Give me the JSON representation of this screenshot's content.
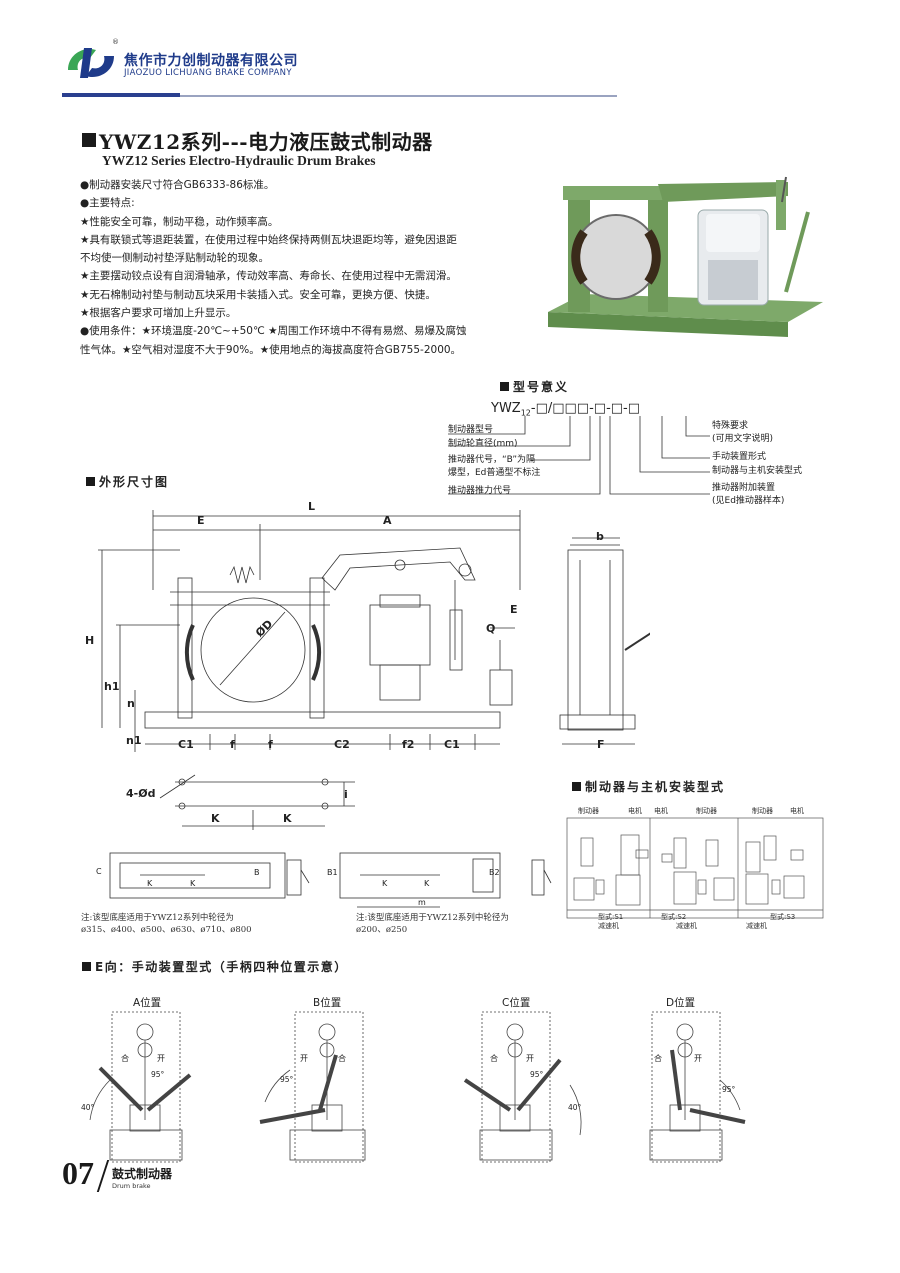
{
  "header": {
    "company_cn": "焦作市力创制动器有限公司",
    "company_en": "JIAOZUO LICHUANG BRAKE COMPANY",
    "registered_mark": "®"
  },
  "title": {
    "cn": "YWZ12系列---电力液压鼓式制动器",
    "en": "YWZ12 Series Electro-Hydraulic Drum Brakes"
  },
  "features": [
    "●制动器安装尺寸符合GB6333-86标准。",
    "●主要特点:",
    "★性能安全可靠，制动平稳，动作频率高。",
    "★具有联锁式等退距装置，在使用过程中始终保持两侧瓦块退距均等，避免因退距",
    "不均使一侧制动衬垫浮贴制动轮的现象。",
    "★主要摆动铰点设有自润滑轴承，传动效率高、寿命长、在使用过程中无需润滑。",
    "★无石棉制动衬垫与制动瓦块采用卡装插入式。安全可靠，更换方便、快捷。",
    "★根据客户要求可增加上升显示。",
    "●使用条件：★环境温度-20℃~+50℃ ★周围工作环境中不得有易燃、易爆及腐蚀",
    "性气体。★空气相对湿度不大于90%。★使用地点的海拔高度符合GB755-2000。"
  ],
  "model": {
    "heading": "型号意义",
    "code_prefix": "YWZ",
    "code_sub": "12",
    "code_suffix": "-□/□□□-□-□-□",
    "labels": {
      "type": "制动器型号",
      "wheel": "制动轮直径(mm)",
      "pusher_code": "推动器代号，“B”为隔",
      "pusher_code2": "爆型，Ed普通型不标注",
      "pusher_force": "推动器推力代号",
      "special": "特殊要求",
      "special2": "(可用文字说明)",
      "manual": "手动装置形式",
      "mount": "制动器与主机安装型式",
      "extra": "推动器附加装置",
      "extra2": "(见Ed推动器样本)"
    }
  },
  "outline": {
    "heading": "外形尺寸图",
    "dims": {
      "L": "L",
      "E": "E",
      "A": "A",
      "H": "H",
      "h1": "h1",
      "n": "n",
      "n1": "n1",
      "C1": "C1",
      "f": "f",
      "C2": "C2",
      "f2": "f2",
      "Q": "Q",
      "D": "ØD",
      "b": "b",
      "F": "F",
      "d": "4-Ød",
      "i": "i",
      "K": "K",
      "C": "C",
      "B": "B",
      "B1": "B1",
      "B2": "B2",
      "m": "m"
    },
    "note1a": "注:该型底座适用于YWZ12系列中轮径为",
    "note1b": "ø315、ø400、ø500、ø630、ø710、ø800",
    "note2a": "注:该型底座适用于YWZ12系列中轮径为",
    "note2b": "ø200、ø250"
  },
  "install": {
    "heading": "制动器与主机安装型式",
    "brake": "制动器",
    "motor": "电机",
    "reducer": "减速机",
    "types": [
      "型式:S1",
      "型式:S2",
      "型式:S3"
    ]
  },
  "manual": {
    "heading": "E向：手动装置型式（手柄四种位置示意）",
    "positions": [
      "A位置",
      "B位置",
      "C位置",
      "D位置"
    ],
    "close": "合",
    "open": "开",
    "deg95": "95°",
    "deg40": "40°"
  },
  "footer": {
    "page": "07",
    "cn": "鼓式制动器",
    "en": "Drum brake"
  },
  "colors": {
    "brand_blue": "#1f3b8a",
    "brand_green": "#3aa655",
    "frame_green": "#6f9a5a"
  }
}
